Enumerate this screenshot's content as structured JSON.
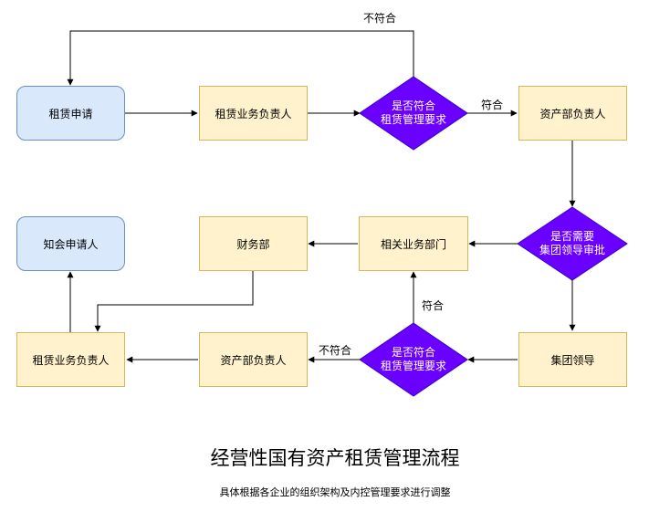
{
  "nodes": {
    "apply": "租赁申请",
    "leasing_owner_top": "租赁业务负责人",
    "check_top": "是否符合\n租赁管理要求",
    "asset_dept_top": "资产部负责人",
    "need_group": "是否需要\n集团领导审批",
    "group_leader": "集团领导",
    "check_bottom": "是否符合\n租赁管理要求",
    "related_dept": "相关业务部门",
    "finance": "财务部",
    "asset_dept_bottom": "资产部负责人",
    "leasing_owner_bottom": "租赁业务负责人",
    "notify_applicant": "知会申请人"
  },
  "edge_labels": {
    "top_reject": "不符合",
    "top_pass": "符合",
    "bottom_pass": "符合",
    "bottom_reject": "不符合"
  },
  "colors": {
    "process_fill": "#fff2cc",
    "process_border": "#d6b656",
    "terminal_fill": "#dae8fc",
    "terminal_border": "#6c8ebf",
    "decision_fill": "#6a00ff",
    "decision_border": "#3700cc",
    "edge": "#000000"
  },
  "title": "经营性国有资产租赁管理流程",
  "subtitle": "具体根据各企业的组织架构及内控管理要求进行调整"
}
